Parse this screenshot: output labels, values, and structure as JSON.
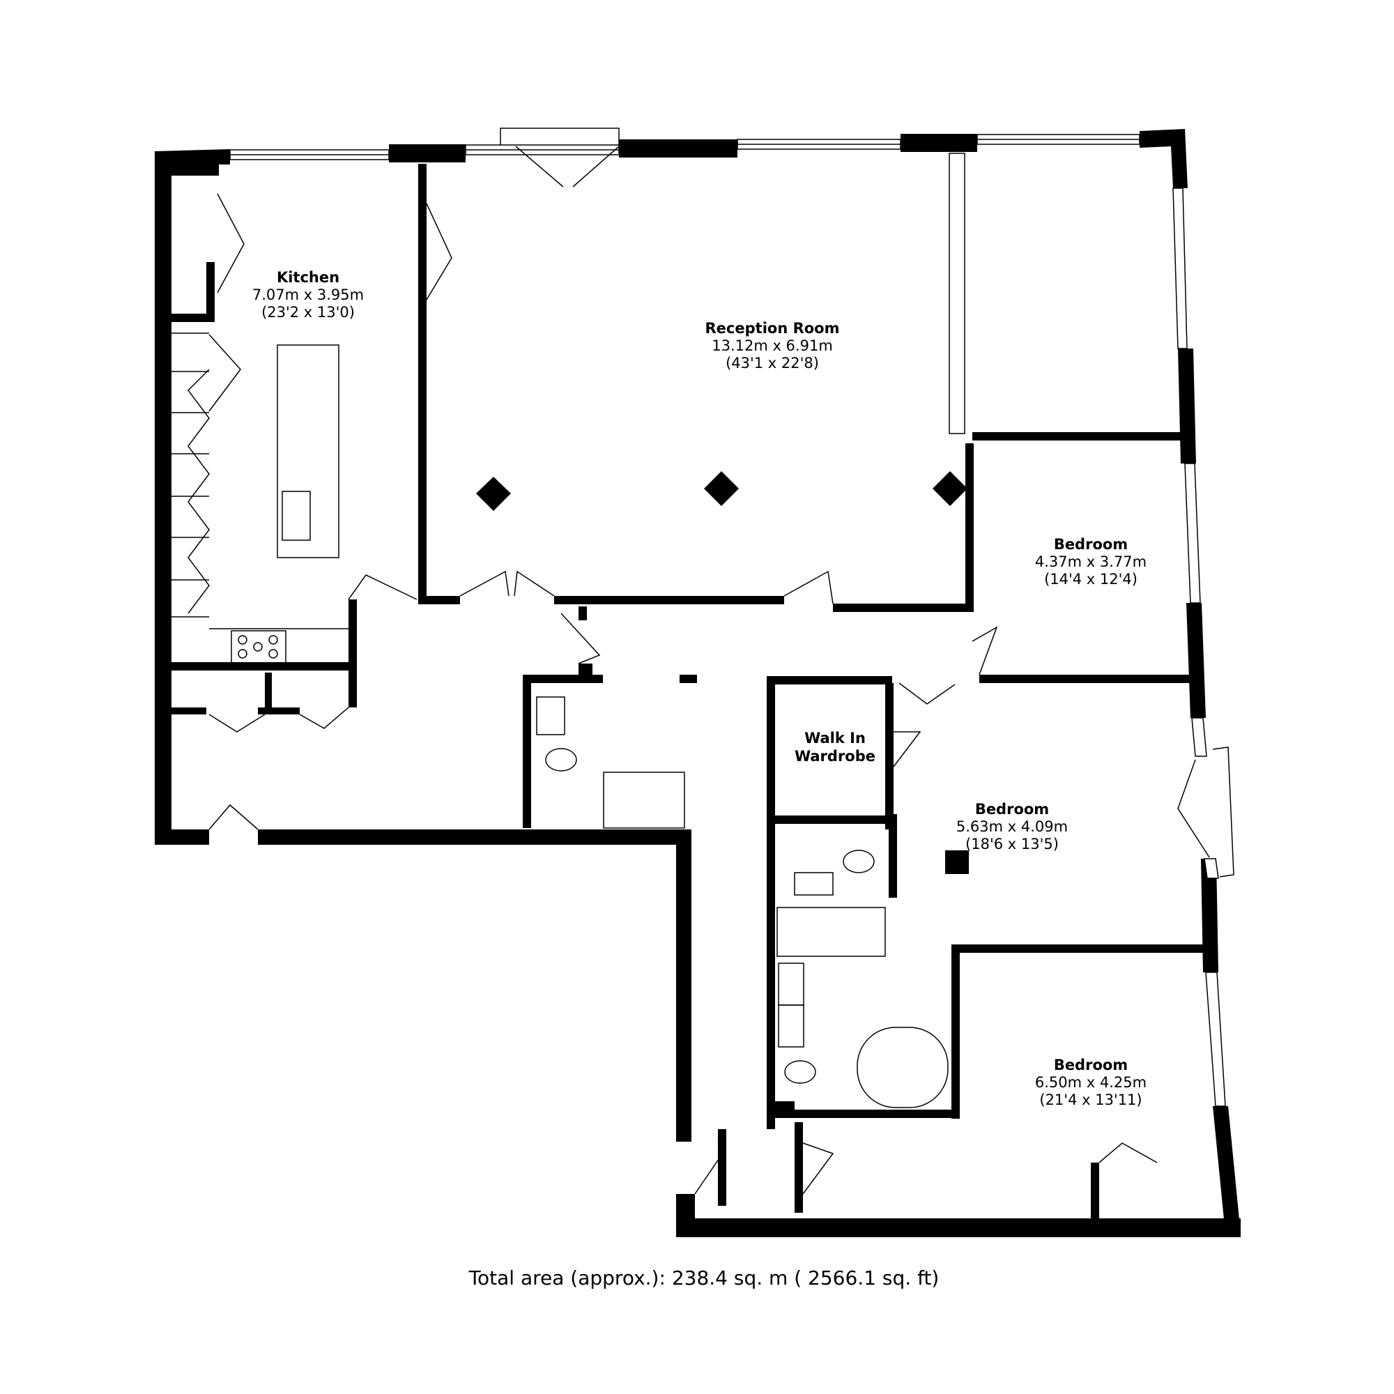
{
  "rooms": {
    "kitchen": {
      "name": "Kitchen",
      "metric": "7.07m x 3.95m",
      "imperial": "(23'2 x 13'0)"
    },
    "reception": {
      "name": "Reception Room",
      "metric": "13.12m x 6.91m",
      "imperial": "(43'1 x 22'8)"
    },
    "bedroom1": {
      "name": "Bedroom",
      "metric": "4.37m x 3.77m",
      "imperial": "(14'4 x 12'4)"
    },
    "wardrobe": {
      "name1": "Walk In",
      "name2": "Wardrobe"
    },
    "bedroom2": {
      "name": "Bedroom",
      "metric": "5.63m x 4.09m",
      "imperial": "(18'6 x 13'5)"
    },
    "bedroom3": {
      "name": "Bedroom",
      "metric": "6.50m x 4.25m",
      "imperial": "(21'4 x 13'11)"
    }
  },
  "total_area": "Total area (approx.): 238.4 sq. m ( 2566.1 sq. ft)"
}
